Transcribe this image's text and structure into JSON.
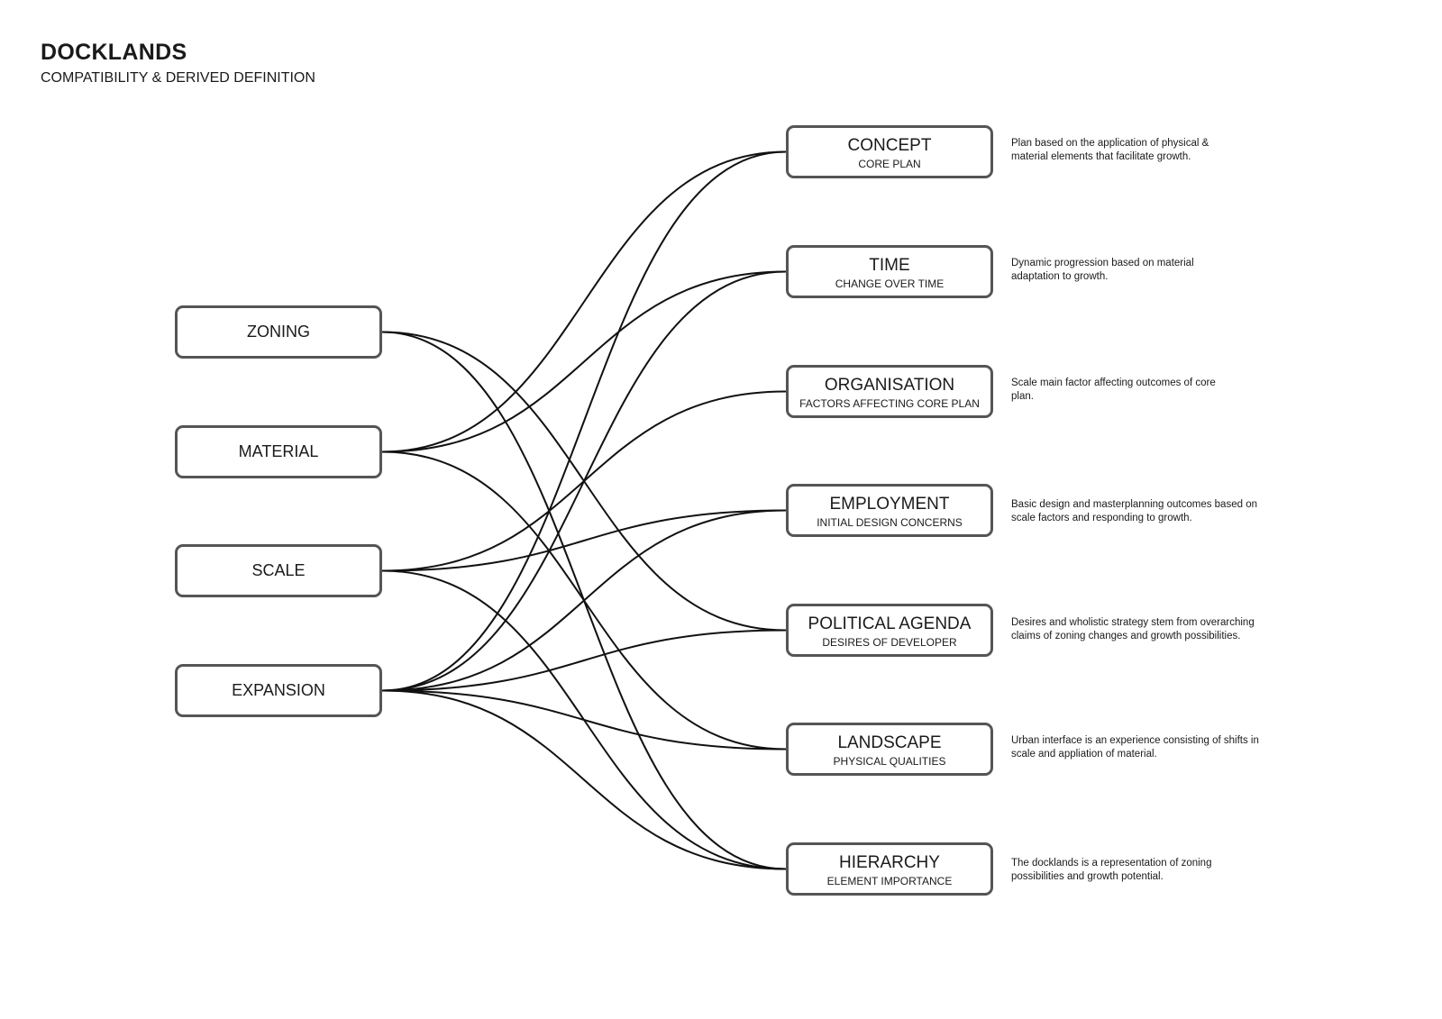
{
  "header": {
    "title": "DOCKLANDS",
    "subtitle": "COMPATIBILITY & DERIVED DEFINITION"
  },
  "left_nodes": [
    {
      "id": "zoning",
      "label": "ZONING"
    },
    {
      "id": "material",
      "label": "MATERIAL"
    },
    {
      "id": "scale",
      "label": "SCALE"
    },
    {
      "id": "expansion",
      "label": "EXPANSION"
    }
  ],
  "right_nodes": [
    {
      "id": "concept",
      "label": "CONCEPT",
      "sub": "CORE PLAN",
      "description": "Plan based on the application of physical & material elements that facilitate growth."
    },
    {
      "id": "time",
      "label": "TIME",
      "sub": "CHANGE OVER TIME",
      "description": "Dynamic progression based on material adaptation to growth."
    },
    {
      "id": "organisation",
      "label": "ORGANISATION",
      "sub": "FACTORS AFFECTING CORE PLAN",
      "description": "Scale main factor affecting outcomes of core plan."
    },
    {
      "id": "employment",
      "label": "EMPLOYMENT",
      "sub": "INITIAL DESIGN CONCERNS",
      "description": "Basic design and masterplanning outcomes based on scale factors and responding to growth."
    },
    {
      "id": "political-agenda",
      "label": "POLITICAL AGENDA",
      "sub": "DESIRES OF DEVELOPER",
      "description": "Desires and wholistic strategy stem from overarching claims of zoning changes and growth possibilities."
    },
    {
      "id": "landscape",
      "label": "LANDSCAPE",
      "sub": "PHYSICAL QUALITIES",
      "description": "Urban interface is an experience consisting of shifts in scale and appliation of material."
    },
    {
      "id": "hierarchy",
      "label": "HIERARCHY",
      "sub": "ELEMENT IMPORTANCE",
      "description": "The docklands is a representation of zoning possibilities and growth potential."
    }
  ],
  "connections": [
    {
      "from": "zoning",
      "to": "political-agenda"
    },
    {
      "from": "zoning",
      "to": "hierarchy"
    },
    {
      "from": "material",
      "to": "concept"
    },
    {
      "from": "material",
      "to": "time"
    },
    {
      "from": "material",
      "to": "landscape"
    },
    {
      "from": "scale",
      "to": "organisation"
    },
    {
      "from": "scale",
      "to": "employment"
    },
    {
      "from": "scale",
      "to": "hierarchy"
    },
    {
      "from": "expansion",
      "to": "concept"
    },
    {
      "from": "expansion",
      "to": "time"
    },
    {
      "from": "expansion",
      "to": "employment"
    },
    {
      "from": "expansion",
      "to": "political-agenda"
    },
    {
      "from": "expansion",
      "to": "landscape"
    },
    {
      "from": "expansion",
      "to": "hierarchy"
    }
  ],
  "colors": {
    "line": "#111111",
    "box_border": "#555555"
  }
}
